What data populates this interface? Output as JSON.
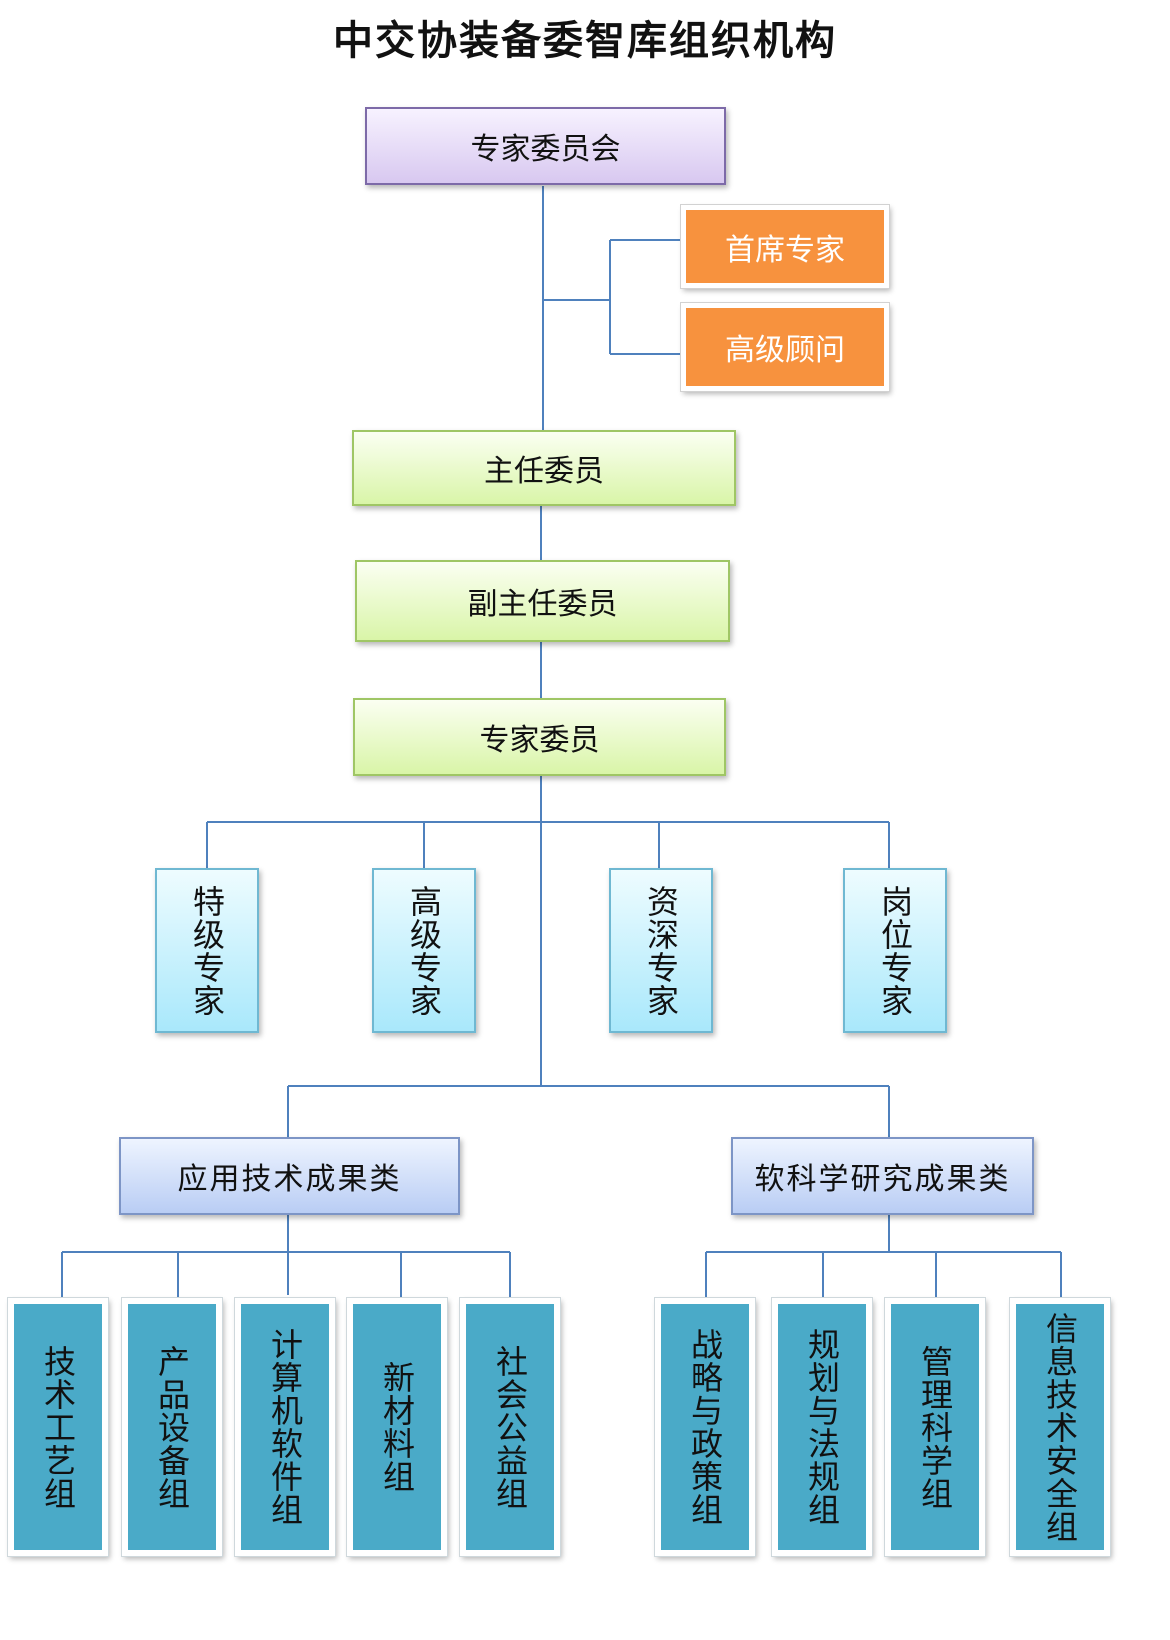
{
  "title": "中交协装备委智库组织机构",
  "colors": {
    "line": "#4f81bd",
    "purple": "#d8c8f0",
    "orange": "#f7923e",
    "green": "#d9f5a8",
    "cyan": "#a9e8fb",
    "blue": "#b9cdf4",
    "teal": "#4aaac8"
  },
  "top": {
    "committee": "专家委员会",
    "chief_expert": "首席专家",
    "senior_advisor": "高级顾问"
  },
  "levels": {
    "director": "主任委员",
    "deputy_director": "副主任委员",
    "expert_member": "专家委员"
  },
  "expert_grades": [
    "特级专家",
    "高级专家",
    "资深专家",
    "岗位专家"
  ],
  "categories": {
    "applied": {
      "label": "应用技术成果类",
      "groups": [
        "技术工艺组",
        "产品设备组",
        "计算机软件组",
        "新材料组",
        "社会公益组"
      ]
    },
    "soft": {
      "label": "软科学研究成果类",
      "groups": [
        "战略与政策组",
        "规划与法规组",
        "管理科学组",
        "信息技术安全组"
      ]
    }
  }
}
